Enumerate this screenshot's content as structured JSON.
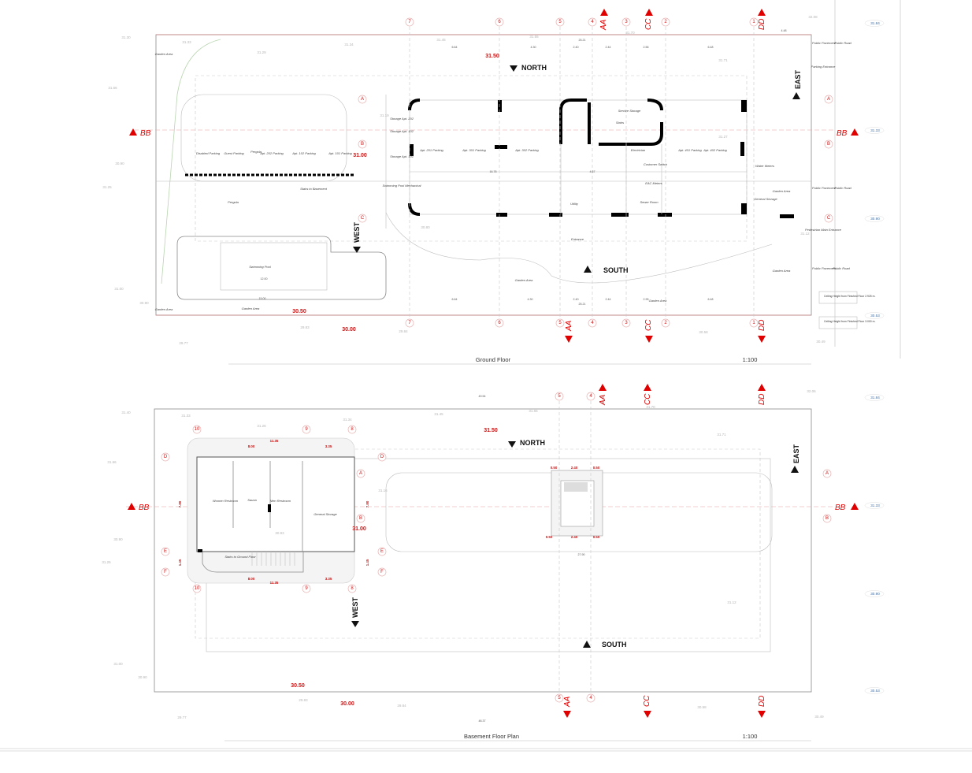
{
  "ground_floor": {
    "title": "Ground Floor",
    "scale": "1:100",
    "compass": {
      "north": "NORTH",
      "south": "SOUTH",
      "west": "WEST",
      "east": "EAST"
    },
    "levels": {
      "top": "31.50",
      "mid": "31.00",
      "low": "30.50",
      "street": "30.00"
    },
    "grid_columns": [
      "7",
      "6",
      "5",
      "4",
      "3",
      "2",
      "1"
    ],
    "grid_rows": [
      "A",
      "B",
      "C"
    ],
    "sections": {
      "aa": "AA",
      "bb": "BB",
      "cc": "CC",
      "dd": "DD"
    },
    "rooms": [
      "Garden Area",
      "Disabled Parking",
      "Guest Parking",
      "Pergola",
      "Apt. 202 Parking",
      "Apt. 102 Parking",
      "Apt. 101 Parking",
      "Storage Apt. 202",
      "Storage Apt. 102",
      "Storage Apt. 101",
      "Swimming Pool Mechanical",
      "Apt. 201 Parking",
      "Apt. 301 Parking",
      "Apt. 302 Parking",
      "Apt. 401 Parking",
      "Apt. 402 Parking",
      "Electrician",
      "Customer Switch",
      "EAC Meters",
      "Sewer Room",
      "Utility",
      "Stairs",
      "Service Storage",
      "Stairs to Basement",
      "Pergola",
      "Swimming Pool",
      "Garden Area",
      "Entrance",
      "Garden Area",
      "Garden Area",
      "Garden Area",
      "Public Pavement",
      "Public Road",
      "Parking Entrance",
      "Water Meters",
      "Garden Area",
      "General Storage",
      "Pedestrian Main Entrance",
      "Public Pavement",
      "Public Road",
      "Garden Area",
      "Public Pavement",
      "Public Road"
    ],
    "dimensions": [
      "25.21",
      "6.64",
      "4.30",
      "2.40",
      "2.44",
      "2.56",
      "6.48",
      "4.48",
      "16.78",
      "4.67",
      "12.00",
      "15.00",
      "6.64",
      "4.30",
      "2.40",
      "2.44",
      "2.95",
      "6.48",
      "25.21"
    ],
    "notes": [
      "Ceiling Height from Finished Floor 2.925 m.",
      "Ceiling Height from Finished Floor 3.000 m."
    ]
  },
  "basement": {
    "title": "Basement Floor Plan",
    "scale": "1:100",
    "compass": {
      "north": "NORTH",
      "south": "SOUTH",
      "west": "WEST",
      "east": "EAST"
    },
    "levels": {
      "top": "31.50",
      "mid": "31.00",
      "low": "30.50",
      "street": "30.00"
    },
    "grid_columns_top": [
      "5",
      "4",
      "10",
      "9",
      "8"
    ],
    "grid_columns_bottom": [
      "5",
      "4",
      "10",
      "9",
      "8"
    ],
    "grid_rows": [
      "D",
      "E",
      "F",
      "D",
      "A",
      "B",
      "E",
      "F",
      "A",
      "B"
    ],
    "sections": {
      "aa": "AA",
      "bb": "BB",
      "cc": "CC",
      "dd": "DD"
    },
    "rooms": [
      "Women Restroom",
      "Sauna",
      "Men Restroom",
      "General Storage",
      "Stairs to Ground Floor"
    ],
    "dimensions": [
      "49.54",
      "11.35",
      "8.00",
      "3.35",
      "11.35",
      "8.00",
      "3.35",
      "27.90",
      "48.37",
      "2.40",
      "0.50",
      "0.50",
      "2.40",
      "0.50",
      "0.50",
      "7.80",
      "1.45",
      "7.80",
      "1.45"
    ]
  },
  "site_levels": {
    "blue": [
      "31.84",
      "31.33",
      "30.90",
      "30.53",
      "31.84",
      "31.33",
      "30.90",
      "30.53"
    ],
    "ground_spots": [
      "31.30",
      "31.33",
      "31.29",
      "31.34",
      "31.45",
      "31.55",
      "31.70",
      "31.71",
      "32.08",
      "31.66",
      "30.90",
      "31.25",
      "31.00",
      "30.90",
      "29.77",
      "29.83",
      "29.84",
      "30.58",
      "30.49",
      "31.19",
      "31.27",
      "30.80",
      "31.12"
    ],
    "basement_spots": [
      "31.40",
      "31.33",
      "31.26",
      "31.34",
      "31.45",
      "31.65",
      "31.70",
      "31.71",
      "32.06",
      "31.66",
      "30.90",
      "31.25",
      "31.00",
      "30.90",
      "29.77",
      "29.83",
      "29.84",
      "30.58",
      "30.49",
      "31.16",
      "30.93",
      "31.12"
    ]
  },
  "colors": {
    "annotation_red": "#d01010",
    "level_blue": "#3a6ea8",
    "wall": "#000000"
  }
}
